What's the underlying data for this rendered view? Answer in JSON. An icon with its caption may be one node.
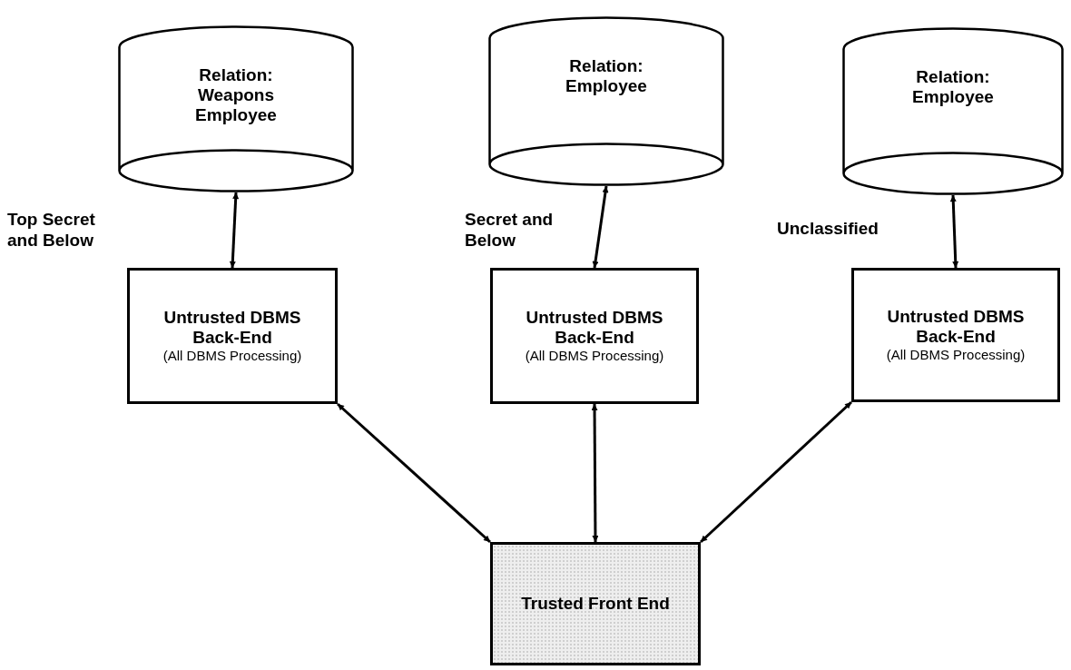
{
  "diagram": {
    "nodes": [
      {
        "text": [
          "Relation: Weapons Employee"
        ]
      },
      {
        "text": [
          "Relation: Employee"
        ]
      },
      {
        "text": [
          "Relation: Employee"
        ]
      },
      {
        "text": [
          "Untrusted DBMS Back-End",
          "(All DBMS Processing)"
        ]
      },
      {
        "text": [
          "Untrusted DBMS Back-End",
          "(All DBMS Processing)"
        ]
      },
      {
        "text": [
          "Untrusted DBMS Back-End",
          "(All DBMS Processing)"
        ]
      },
      {
        "text": [
          "Trusted Front End"
        ]
      }
    ],
    "edges": [
      {
        "from": 0,
        "to": 3,
        "arrow": "both"
      },
      {
        "from": 1,
        "to": 4,
        "arrow": "both"
      },
      {
        "from": 2,
        "to": 5,
        "arrow": "both"
      },
      {
        "from": 3,
        "to": 6,
        "arrow": "both"
      },
      {
        "from": 4,
        "to": 6,
        "arrow": "both"
      },
      {
        "from": 5,
        "to": 6,
        "arrow": "both"
      }
    ],
    "labels": [
      "Top Secret and Below",
      "Secret and Below",
      "Unclassified"
    ]
  }
}
